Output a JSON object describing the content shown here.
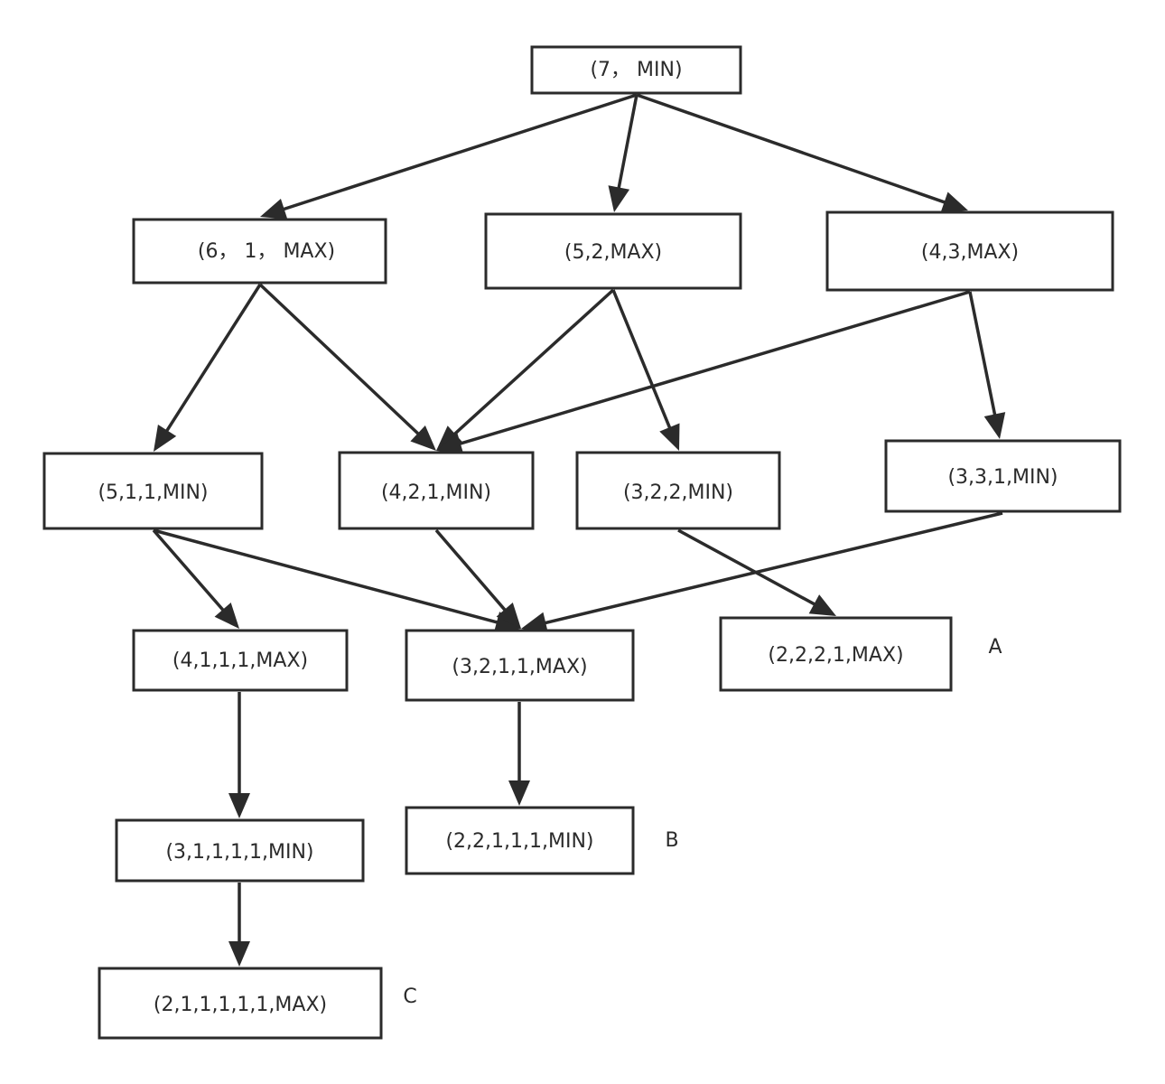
{
  "nodes": {
    "n7": {
      "label": "(7， MIN)"
    },
    "n61": {
      "label": "(6， 1， MAX)"
    },
    "n52": {
      "label": "(5,2,MAX)"
    },
    "n43": {
      "label": "(4,3,MAX)"
    },
    "n511": {
      "label": "(5,1,1,MIN)"
    },
    "n421": {
      "label": "(4,2,1,MIN)"
    },
    "n322": {
      "label": "(3,2,2,MIN)"
    },
    "n331": {
      "label": "(3,3,1,MIN)"
    },
    "n4111": {
      "label": "(4,1,1,1,MAX)"
    },
    "n3211": {
      "label": "(3,2,1,1,MAX)"
    },
    "n2221": {
      "label": "(2,2,2,1,MAX)"
    },
    "n31111": {
      "label": "(3,1,1,1,1,MIN)"
    },
    "n22111": {
      "label": "(2,2,1,1,1,MIN)"
    },
    "n211111": {
      "label": "(2,1,1,1,1,1,MAX)"
    }
  },
  "edges": [
    {
      "from": "n7",
      "to": "n61"
    },
    {
      "from": "n7",
      "to": "n52"
    },
    {
      "from": "n7",
      "to": "n43"
    },
    {
      "from": "n61",
      "to": "n511"
    },
    {
      "from": "n61",
      "to": "n421"
    },
    {
      "from": "n52",
      "to": "n421"
    },
    {
      "from": "n52",
      "to": "n322"
    },
    {
      "from": "n43",
      "to": "n421"
    },
    {
      "from": "n43",
      "to": "n331"
    },
    {
      "from": "n511",
      "to": "n4111"
    },
    {
      "from": "n511",
      "to": "n3211"
    },
    {
      "from": "n421",
      "to": "n3211"
    },
    {
      "from": "n331",
      "to": "n3211"
    },
    {
      "from": "n322",
      "to": "n2221"
    },
    {
      "from": "n4111",
      "to": "n31111"
    },
    {
      "from": "n3211",
      "to": "n22111"
    },
    {
      "from": "n31111",
      "to": "n211111"
    }
  ],
  "side_labels": {
    "a": "A",
    "b": "B",
    "c": "C"
  },
  "colors": {
    "stroke": "#2b2b2b",
    "background": "#ffffff"
  }
}
